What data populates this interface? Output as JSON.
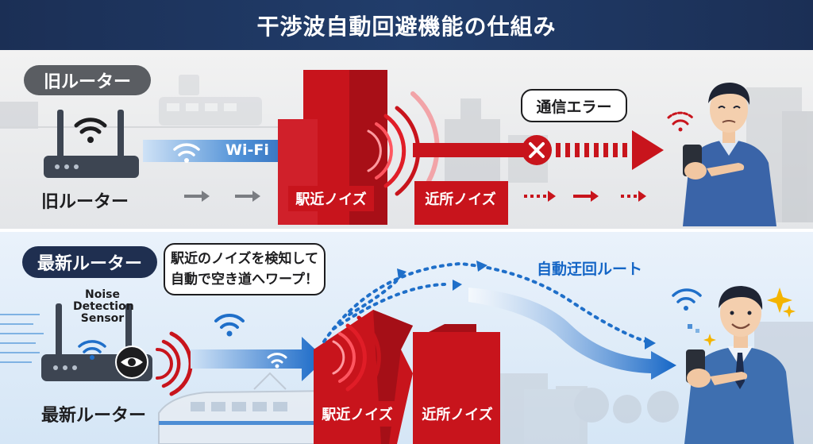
{
  "title": "干渉波自動回避機能の仕組み",
  "old_section": {
    "badge": "旧ルーター",
    "router_label": "旧ルーター",
    "signal_label": "Wi-Fi",
    "station_noise_label": "駅近ノイズ",
    "nearby_noise_label": "近所ノイズ",
    "error_bubble": "通信エラー"
  },
  "new_section": {
    "badge": "最新ルーター",
    "router_label": "最新ルーター",
    "sensor_label_line1": "Noise",
    "sensor_label_line2": "Detection",
    "sensor_label_line3": "Sensor",
    "bubble_line1": "駅近のノイズを検知して",
    "bubble_line2": "自動で空き道へワープ！",
    "route_label": "自動迂回ルート",
    "station_noise_label": "駅近ノイズ",
    "nearby_noise_label": "近所ノイズ"
  },
  "colors": {
    "header_bg": "#1b2f55",
    "noise_red": "#c8141c",
    "signal_blue": "#1f6fc9",
    "router_gray": "#3d4552"
  }
}
